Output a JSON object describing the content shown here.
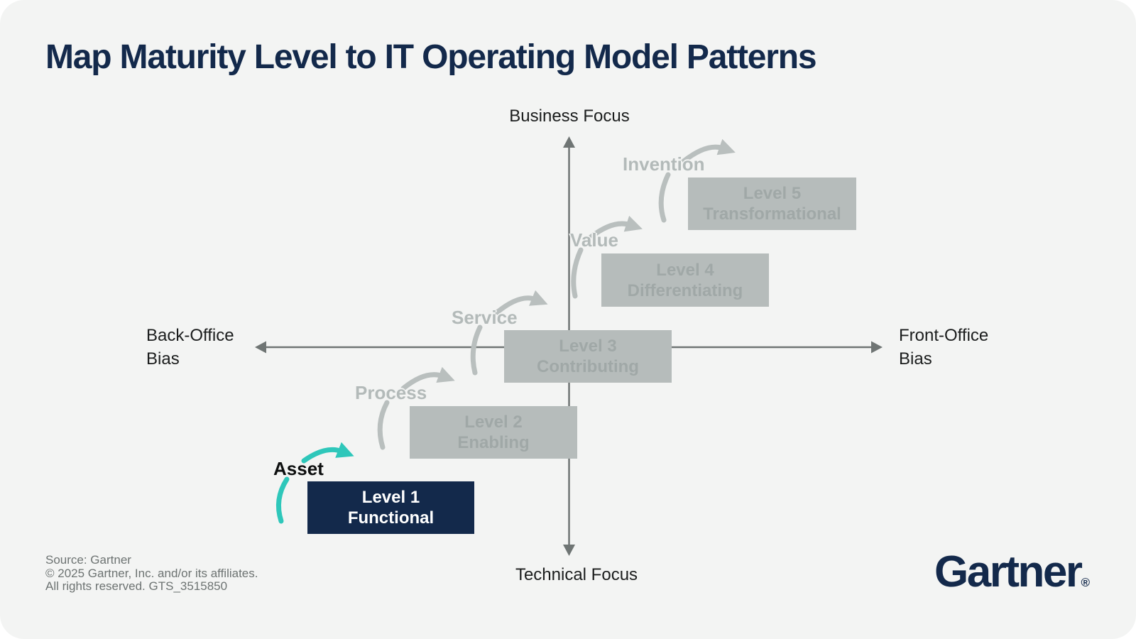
{
  "title": "Map Maturity Level to IT Operating Model Patterns",
  "axes": {
    "top_label": "Business Focus",
    "bottom_label": "Technical Focus",
    "left_label_line1": "Back-Office",
    "left_label_line2": "Bias",
    "right_label_line1": "Front-Office",
    "right_label_line2": "Bias"
  },
  "steps": [
    {
      "label": "Asset",
      "highlighted": true
    },
    {
      "label": "Process",
      "highlighted": false
    },
    {
      "label": "Service",
      "highlighted": false
    },
    {
      "label": "Value",
      "highlighted": false
    },
    {
      "label": "Invention",
      "highlighted": false
    }
  ],
  "levels": [
    {
      "line1": "Level 1",
      "line2": "Functional",
      "highlighted": true
    },
    {
      "line1": "Level 2",
      "line2": "Enabling",
      "highlighted": false
    },
    {
      "line1": "Level 3",
      "line2": "Contributing",
      "highlighted": false
    },
    {
      "line1": "Level 4",
      "line2": "Differentiating",
      "highlighted": false
    },
    {
      "line1": "Level 5",
      "line2": "Transformational",
      "highlighted": false
    }
  ],
  "footer": {
    "source_line": "Source: Gartner",
    "copyright_line": "© 2025 Gartner, Inc. and/or its affiliates.",
    "rights_line": "All rights reserved. GTS_3515850"
  },
  "logo": {
    "brand": "Gartner",
    "registered_mark": "®"
  },
  "colors": {
    "background": "#f3f4f3",
    "brand_navy": "#13294b",
    "accent_teal": "#2ec7ba",
    "staircase_gray": "#b9bfbe",
    "box_fill_gray": "#b6bcbb",
    "box_text_gray": "#a0a8a7",
    "axis_gray": "#6f7574",
    "footer_gray": "#6d7372"
  }
}
